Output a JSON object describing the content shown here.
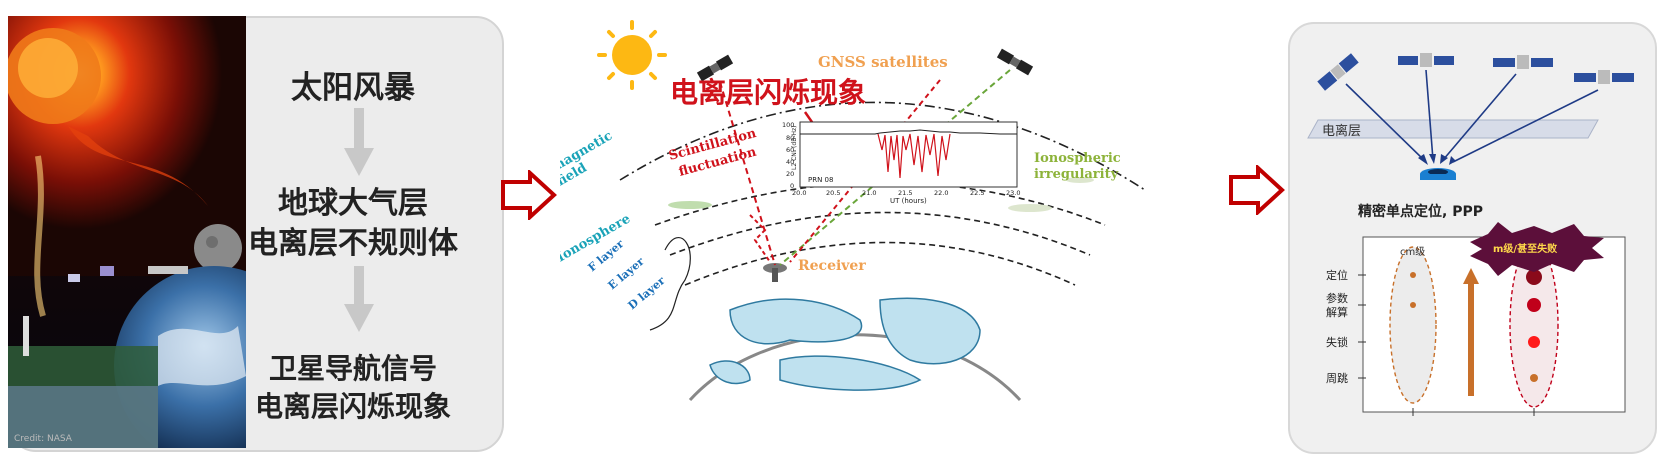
{
  "left": {
    "step1": "太阳风暴",
    "step2_line1": "地球大气层",
    "step2_line2": "电离层不规则体",
    "step3_line1": "卫星导航信号",
    "step3_line2": "电离层闪烁现象",
    "credit": "Credit: NASA"
  },
  "middle": {
    "title": "电离层闪烁现象",
    "gnss_label": "GNSS satellites",
    "geomagnetic_line1": "Geomagnetic",
    "geomagnetic_line2": "field",
    "scint_line1": "Scintillation",
    "scint_line2": "fluctuation",
    "irregularity_line1": "Ionospheric",
    "irregularity_line2": "irregularity",
    "ionosphere": "Ionosphere",
    "f_layer": "F layer",
    "e_layer": "E layer",
    "d_layer": "D layer",
    "receiver": "Receiver",
    "inset": {
      "prn": "PRN 08",
      "xlabel": "UT (hours)",
      "ylabel": "L2 CN₀ (dB-Hz)",
      "yticks": [
        "100",
        "80",
        "60",
        "40",
        "20",
        "0"
      ],
      "xticks": [
        "20.0",
        "20.5",
        "21.0",
        "21.5",
        "22.0",
        "22.5",
        "23.0"
      ]
    }
  },
  "right": {
    "layer_label": "电离层",
    "ppp_label": "精密单点定位, PPP",
    "cm_label": "cm级",
    "m_label": "m级/甚至失败",
    "row_labels": [
      "定位",
      "参数\n解算",
      "失锁",
      "周跳"
    ]
  },
  "colors": {
    "title_red": "#d0121b",
    "arrow_red": "#c00000",
    "cyan_label": "#1aa3b8",
    "green_label": "#8db33a",
    "orange_label": "#f0a050",
    "scint_red": "#d0121b"
  }
}
